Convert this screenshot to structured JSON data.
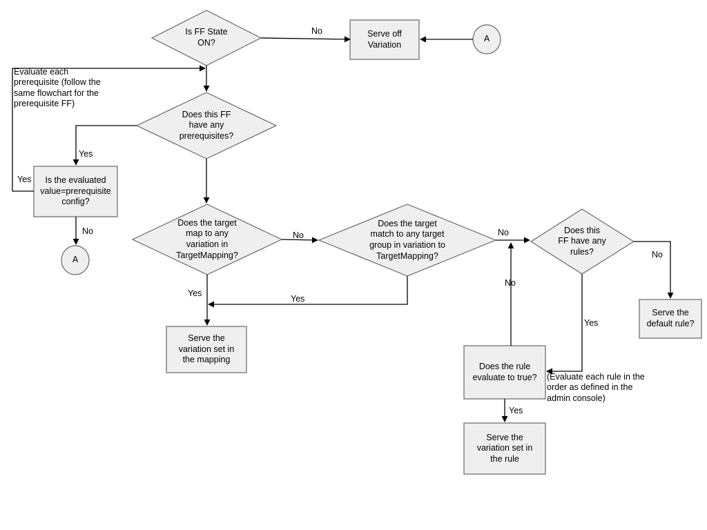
{
  "diagram": {
    "title": "Feature Flag evaluation flowchart",
    "colors": {
      "shape_fill": "#efefef",
      "shape_stroke": "#666666",
      "edge_stroke": "#000000",
      "text": "#000000",
      "background": "#ffffff"
    },
    "nodes": [
      {
        "id": "ff-state",
        "type": "decision",
        "text": "Is FF State\nON?"
      },
      {
        "id": "serve-off-variation",
        "type": "process",
        "text": "Serve off\nVariation"
      },
      {
        "id": "connector-a-top",
        "type": "connector",
        "text": "A"
      },
      {
        "id": "has-prerequisites",
        "type": "decision",
        "text": "Does this FF\nhave any\nprerequisites?"
      },
      {
        "id": "evaluated-value-check",
        "type": "process",
        "text": "Is the evaluated\nvalue=prerequisite\nconfig?"
      },
      {
        "id": "connector-a-bottom",
        "type": "connector",
        "text": "A"
      },
      {
        "id": "target-map-variation",
        "type": "decision",
        "text": "Does the target\nmap to any\nvariation in\nTargetMapping?"
      },
      {
        "id": "target-match-group",
        "type": "decision",
        "text": "Does the target\nmatch to any target\ngroup in variation to\nTargetMapping?"
      },
      {
        "id": "has-rules",
        "type": "decision",
        "text": "Does this\nFF have any\nrules?"
      },
      {
        "id": "serve-default-rule",
        "type": "process",
        "text": "Serve the\ndefault rule?"
      },
      {
        "id": "serve-variation-mapping",
        "type": "process",
        "text": "Serve the\nvariation set in\nthe mapping"
      },
      {
        "id": "rule-evaluates-true",
        "type": "process",
        "text": "Does the rule\nevaluate to true?"
      },
      {
        "id": "serve-variation-rule",
        "type": "process",
        "text": "Serve the\nvariation set in\nthe rule"
      }
    ],
    "edge_labels": [
      {
        "id": "ff-state-no",
        "text": "No"
      },
      {
        "id": "prereq-yes",
        "text": "Yes"
      },
      {
        "id": "evaluated-yes",
        "text": "Yes"
      },
      {
        "id": "evaluated-no",
        "text": "No"
      },
      {
        "id": "target-map-no",
        "text": "No"
      },
      {
        "id": "target-map-yes",
        "text": "Yes"
      },
      {
        "id": "target-match-yes",
        "text": "Yes"
      },
      {
        "id": "target-match-no",
        "text": "No"
      },
      {
        "id": "rules-no-left",
        "text": "No"
      },
      {
        "id": "rules-no-right",
        "text": "No"
      },
      {
        "id": "rules-yes",
        "text": "Yes"
      },
      {
        "id": "rule-true-yes",
        "text": "Yes"
      }
    ],
    "annotations": [
      {
        "id": "prereq-note",
        "text": "Evaluate each\nprerequisite (follow the\nsame flowchart for the\nprerequisite FF)"
      },
      {
        "id": "rule-order-note",
        "text": "(Evaluate each rule in the\norder as defined in the\nadmin console)"
      }
    ]
  }
}
